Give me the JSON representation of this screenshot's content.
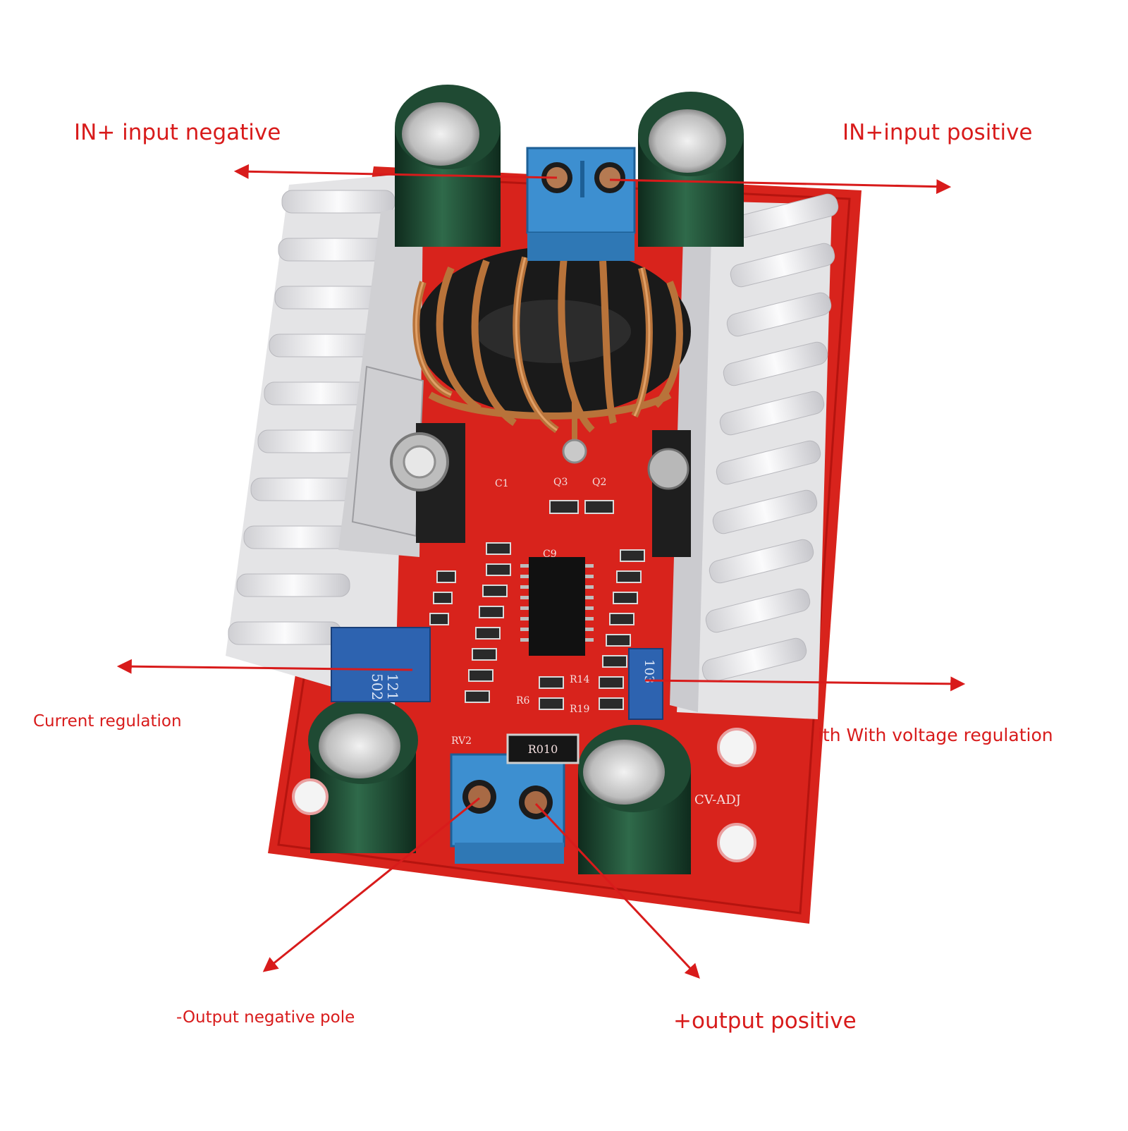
{
  "labels": {
    "in_negative": "IN+ input negative",
    "in_positive": "IN+input positive",
    "current_regulation": "Current regulation",
    "voltage_regulation": "ith With voltage regulation",
    "output_negative": "-Output negative pole",
    "output_positive": "+output positive"
  },
  "board_markings": {
    "q3": "Q3",
    "q2": "Q2",
    "c1": "C1",
    "c9": "C9",
    "r14": "R14",
    "r19": "R19",
    "r6": "R6",
    "rv2": "RV2",
    "cv_adj": "CV-ADJ",
    "shunt": "R010",
    "pot_left_1": "121",
    "pot_left_2": "502",
    "pot_right": "103"
  },
  "colors": {
    "annotation": "#d81b1b",
    "pcb": "#d8231c",
    "heatsink": "#e4e4e6",
    "terminal": "#3d8fd0",
    "capacitor": "#1f4a33",
    "copper": "#b8733a"
  },
  "icons": {
    "arrow": "arrow-icon"
  }
}
